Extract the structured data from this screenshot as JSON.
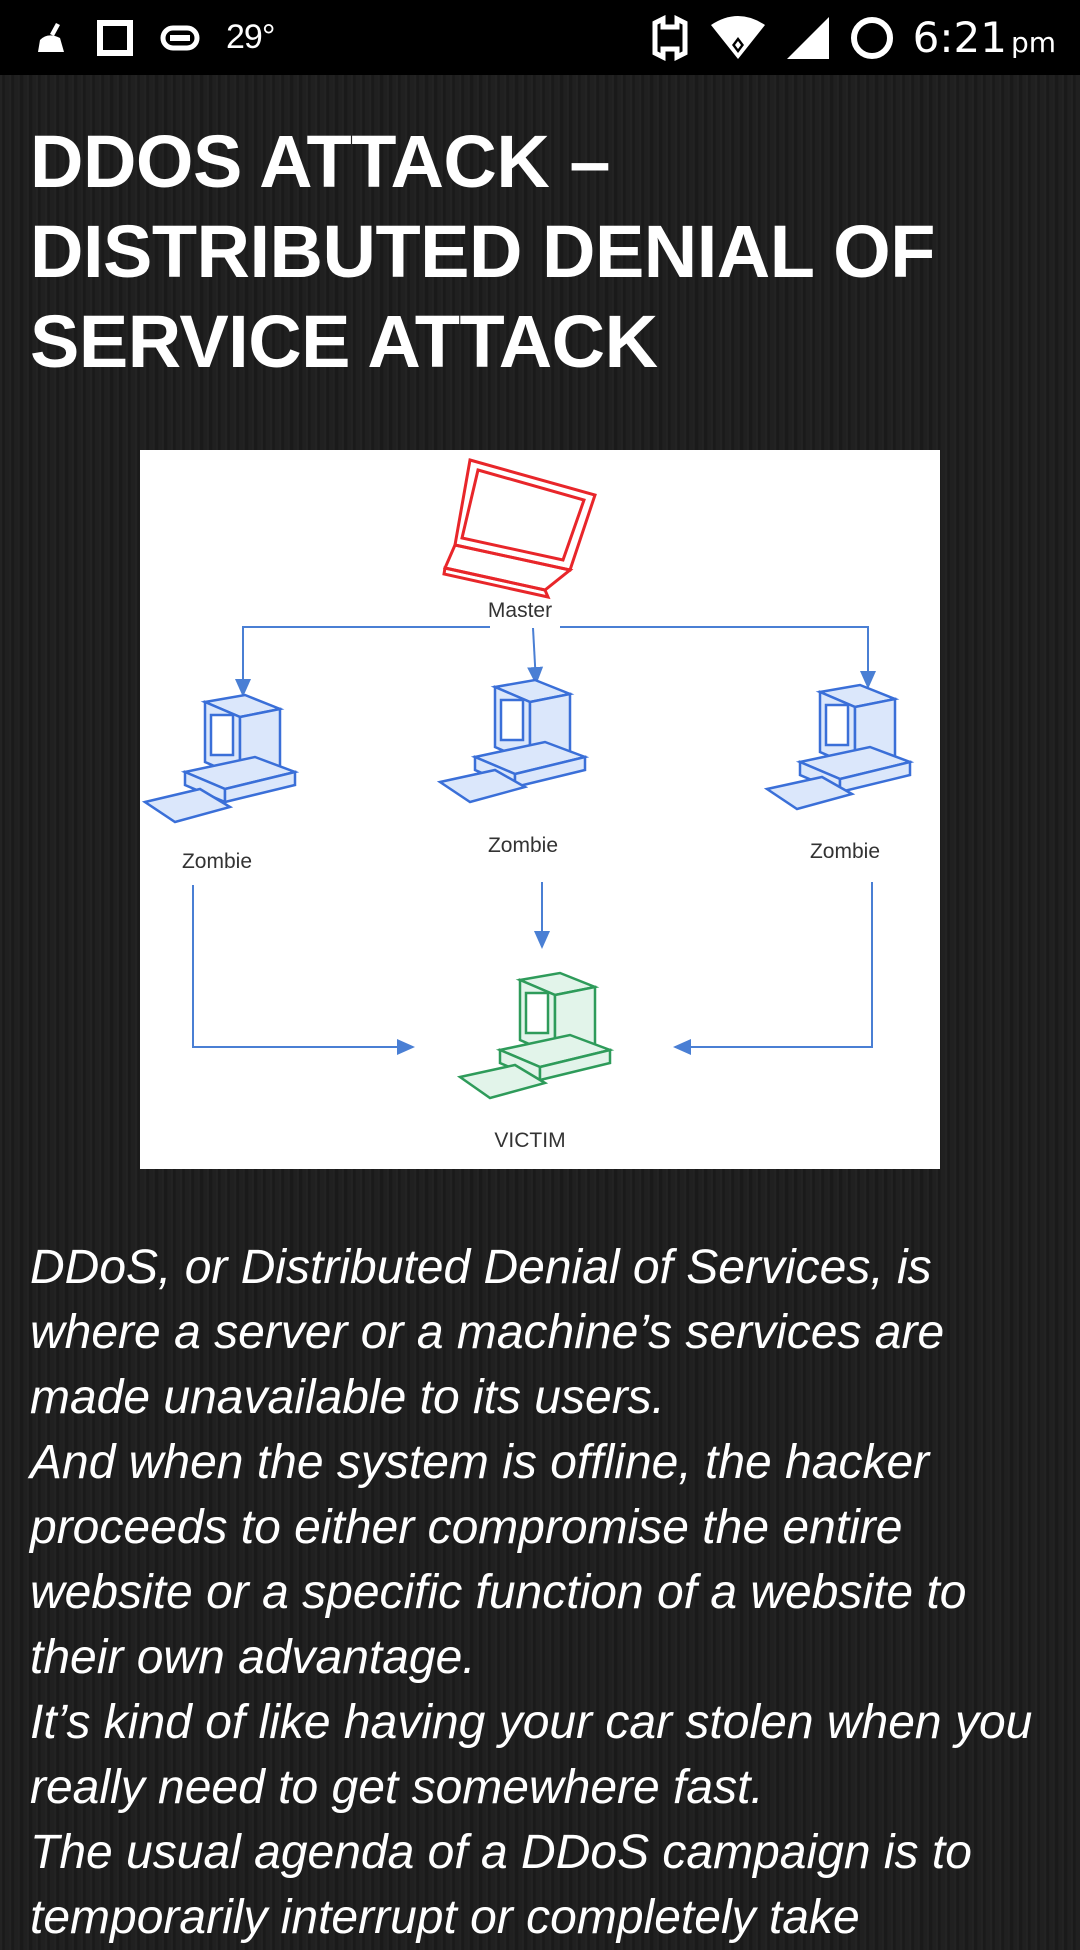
{
  "status_bar": {
    "temperature": "29°",
    "time": "6:21",
    "ampm": "pm",
    "icons": [
      "broom-icon",
      "square-icon",
      "battery-saver-icon",
      "nfc-icon",
      "wifi-icon",
      "signal-icon",
      "circle-icon"
    ]
  },
  "article": {
    "title": "DDOS ATTACK – DISTRIBUTED DENIAL OF SERVICE ATTACK",
    "diagram": {
      "master": "Master",
      "zombie_left": "Zombie",
      "zombie_center": "Zombie",
      "zombie_right": "Zombie",
      "victim": "VICTIM"
    },
    "paragraphs": [
      "DDoS, or Distributed Denial of Services, is where a server or a machine’s services are made unavailable to its users.",
      "And when the system is offline, the hacker proceeds to either compromise the entire website or a specific function of a website to their own advantage.",
      "It’s kind of like having your car stolen when you really need to get somewhere fast.",
      "The usual agenda of a DDoS campaign is to temporarily interrupt or completely take"
    ]
  },
  "colors": {
    "master": "#e8262a",
    "zombie": "#3a6fd8",
    "victim": "#2e9b5a",
    "arrow": "#4a7fd4"
  }
}
